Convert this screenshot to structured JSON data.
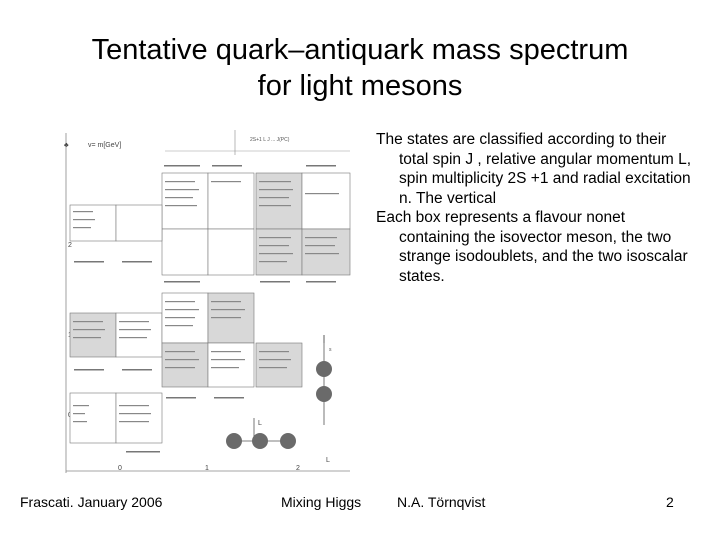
{
  "slide": {
    "title_line1": "Tentative quark–antiquark mass spectrum",
    "title_line2": "for light mesons",
    "description": [
      "The states are classified  according to their total spin J , relative angular momentum L, spin multiplicity 2S +1 and radial excitation n. The vertical",
      "Each box represents a flavour nonet containing the isovector meson, the two strange isodoublets, and the two isoscalar states."
    ],
    "footer": {
      "left": "Frascati.  January 2006",
      "center": "Mixing Higgs",
      "author": "N.A. Törnqvist",
      "page": "2"
    }
  },
  "figure": {
    "y_axis_label": "v= m[GeV]",
    "y_ticks": [
      "2",
      "1",
      "0"
    ],
    "x_ticks": [
      "0",
      "1",
      "2"
    ],
    "x_axis_label": "L",
    "spin_axis_label": "L",
    "colors": {
      "gray_cell": "#d8d8d8",
      "ball": "#6a6a6a",
      "line": "#555555"
    }
  }
}
